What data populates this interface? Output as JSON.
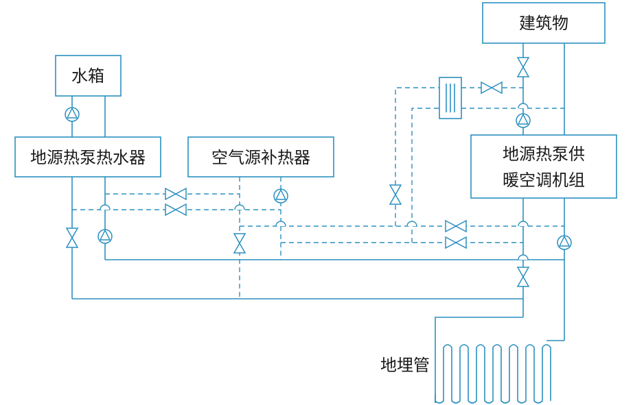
{
  "labels": {
    "water_tank": "水箱",
    "building": "建筑物",
    "gshp_water_heater": "地源热泵热水器",
    "air_source_heater": "空气源补热器",
    "gshp_unit_line1": "地源热泵供",
    "gshp_unit_line2": "暖空调机组",
    "ground_pipe": "地埋管"
  },
  "colors": {
    "pipe": "#2a8fbf",
    "text": "#1a1a1a",
    "background": "#ffffff"
  }
}
